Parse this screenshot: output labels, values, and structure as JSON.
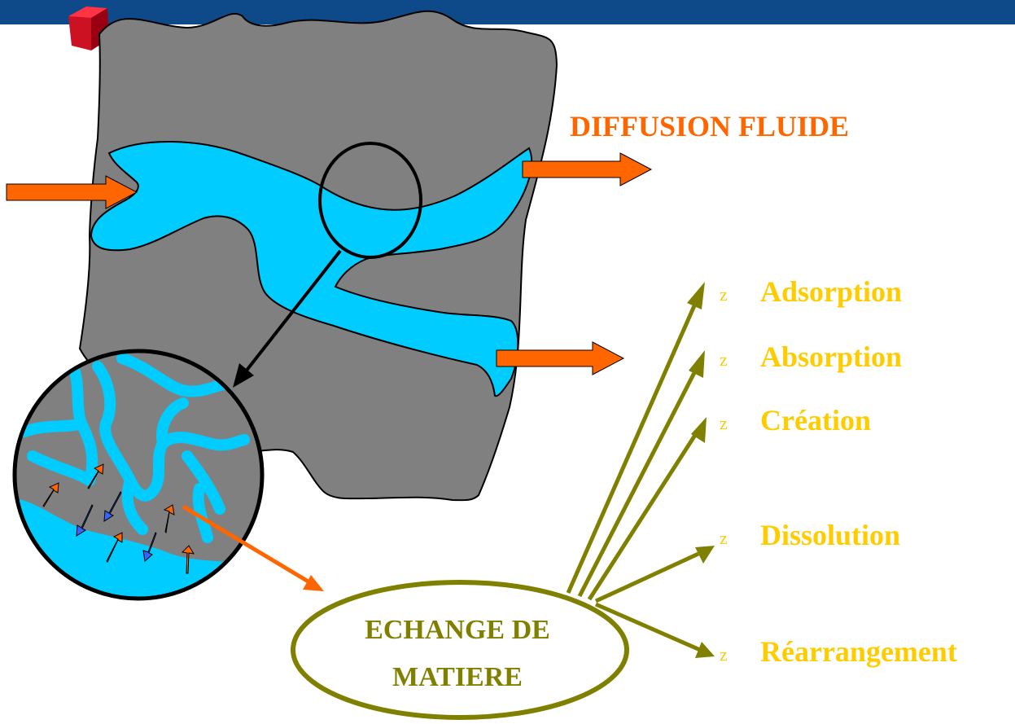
{
  "colors": {
    "top_bar": "#0e4a8a",
    "solid": "#808080",
    "fluid": "#00ccff",
    "flow_arrow": "#ff6600",
    "process_text": "#ffcc00",
    "exchange_olive": "#808000",
    "diffusion_text": "#ff6600",
    "down_arrow": "#3366ff"
  },
  "labels": {
    "diffusion": "DIFFUSION FLUIDE",
    "exchange_line1": "ECHANGE DE",
    "exchange_line2": "MATIERE"
  },
  "processes": [
    {
      "bullet": "z",
      "label": "Adsorption"
    },
    {
      "bullet": "z",
      "label": "Absorption"
    },
    {
      "bullet": "z",
      "label": "Création"
    },
    {
      "bullet": "z",
      "label": "Dissolution"
    },
    {
      "bullet": "z",
      "label": "Réarrangement"
    }
  ]
}
